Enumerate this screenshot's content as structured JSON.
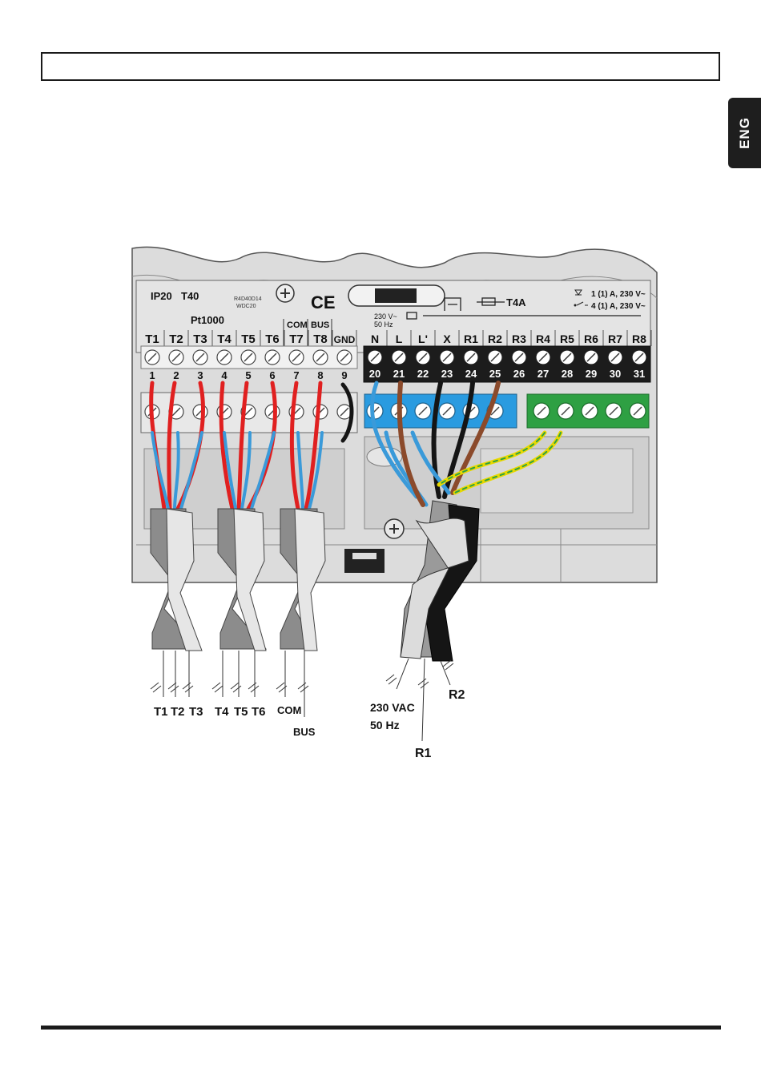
{
  "lang_tab": "ENG",
  "housing": {
    "ip_rating": "IP20",
    "temp_rating": "T40",
    "model_code_1": "R4D40D14",
    "model_code_2": "WDC20",
    "ce_mark": "CE",
    "sensor_type": "Pt1000",
    "supply_small_1": "230 V~",
    "supply_small_2": "50 Hz",
    "fuse": "T4A",
    "rating_1": "1 (1) A, 230 V~",
    "rating_2": "4 (1) A, 230 V~"
  },
  "group_labels": {
    "com": "COM",
    "bus": "BUS"
  },
  "left_terminals": [
    {
      "name": "T1",
      "num": "1"
    },
    {
      "name": "T2",
      "num": "2"
    },
    {
      "name": "T3",
      "num": "3"
    },
    {
      "name": "T4",
      "num": "4"
    },
    {
      "name": "T5",
      "num": "5"
    },
    {
      "name": "T6",
      "num": "6"
    },
    {
      "name": "T7",
      "num": "7"
    },
    {
      "name": "T8",
      "num": "8"
    },
    {
      "name": "GND",
      "num": "9"
    }
  ],
  "right_terminals": [
    {
      "name": "N",
      "num": "20"
    },
    {
      "name": "L",
      "num": "21"
    },
    {
      "name": "L'",
      "num": "22"
    },
    {
      "name": "X",
      "num": "23"
    },
    {
      "name": "R1",
      "num": "24"
    },
    {
      "name": "R2",
      "num": "25"
    },
    {
      "name": "R3",
      "num": "26"
    },
    {
      "name": "R4",
      "num": "27"
    },
    {
      "name": "R5",
      "num": "28"
    },
    {
      "name": "R6",
      "num": "29"
    },
    {
      "name": "R7",
      "num": "30"
    },
    {
      "name": "R8",
      "num": "31"
    }
  ],
  "cable_labels": {
    "t1": "T1",
    "t2": "T2",
    "t3": "T3",
    "t4": "T4",
    "t5": "T5",
    "t6": "T6",
    "com": "COM",
    "bus": "BUS",
    "supply_1": "230 VAC",
    "supply_2": "50 Hz",
    "r1": "R1",
    "r2": "R2"
  },
  "colors": {
    "housing": "#dcdcdc",
    "blue_block": "#2a9be0",
    "green_block": "#2ea043",
    "wire_red": "#e02020",
    "wire_blue": "#3a9ad9",
    "wire_brown": "#8b4a2b",
    "wire_black": "#151515",
    "wire_yellow": "#e8d800"
  }
}
